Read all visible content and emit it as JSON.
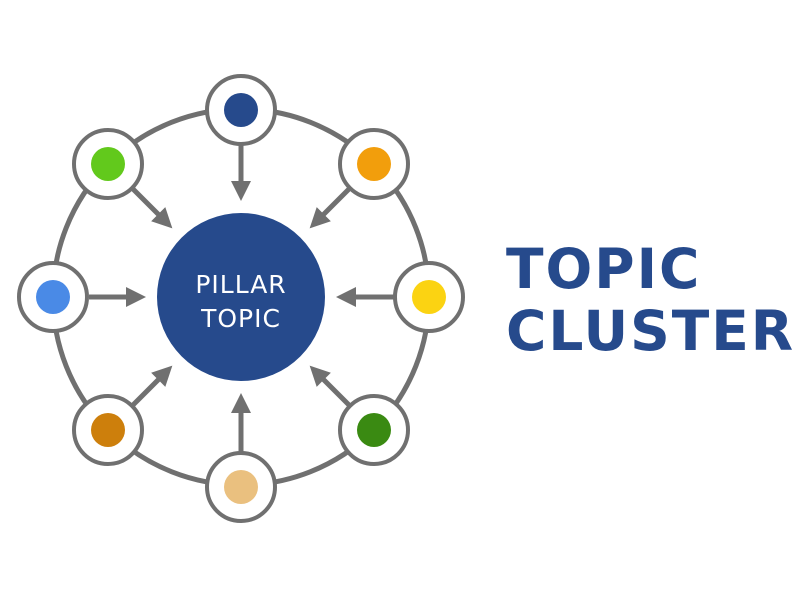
{
  "title": {
    "line1": "TOPIC",
    "line2": "CLUSTER",
    "color": "#264a8c"
  },
  "pillar": {
    "line1": "PILLAR",
    "line2": "TOPIC",
    "color": "#264a8c"
  },
  "colors": {
    "ring": "#707070",
    "arrow": "#707070",
    "node_fill": "#ffffff"
  },
  "cluster_nodes": [
    {
      "position": "top",
      "color": "#264a8c"
    },
    {
      "position": "top-right",
      "color": "#f29e0c"
    },
    {
      "position": "right",
      "color": "#fbd312"
    },
    {
      "position": "bottom-right",
      "color": "#3a8a12"
    },
    {
      "position": "bottom",
      "color": "#eac07f"
    },
    {
      "position": "bottom-left",
      "color": "#cd7f0c"
    },
    {
      "position": "left",
      "color": "#4a8ae6"
    },
    {
      "position": "top-left",
      "color": "#62c91c"
    }
  ]
}
